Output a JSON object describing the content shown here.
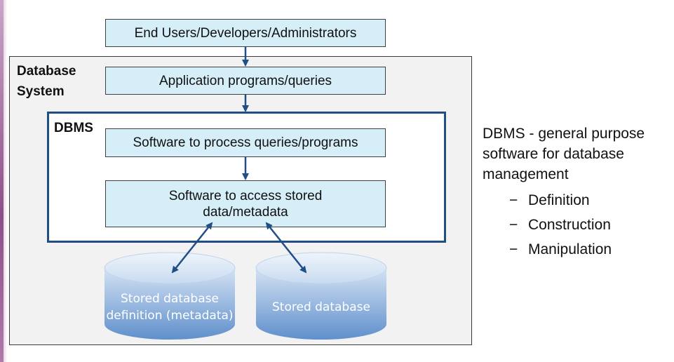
{
  "diagram": {
    "users_box": "End Users/Developers/Administrators",
    "database_system_label": "Database\nSystem",
    "application_box": "Application programs/queries",
    "dbms_label": "DBMS",
    "process_box": "Software to process queries/programs",
    "access_box": "Software to access stored data/metadata",
    "stored_definition": "Stored database definition (metadata)",
    "stored_database": "Stored database"
  },
  "side_note": {
    "definition": "DBMS - general purpose software for database management",
    "bullet_marker": "−",
    "items": [
      "Definition",
      "Construction",
      "Manipulation"
    ]
  },
  "colors": {
    "box_fill": "#d6eef8",
    "dbms_border": "#1f4f86",
    "arrow": "#1f4f86",
    "cylinder_top": "#d4e3f4",
    "cylinder_bottom": "#5f8fcb"
  }
}
